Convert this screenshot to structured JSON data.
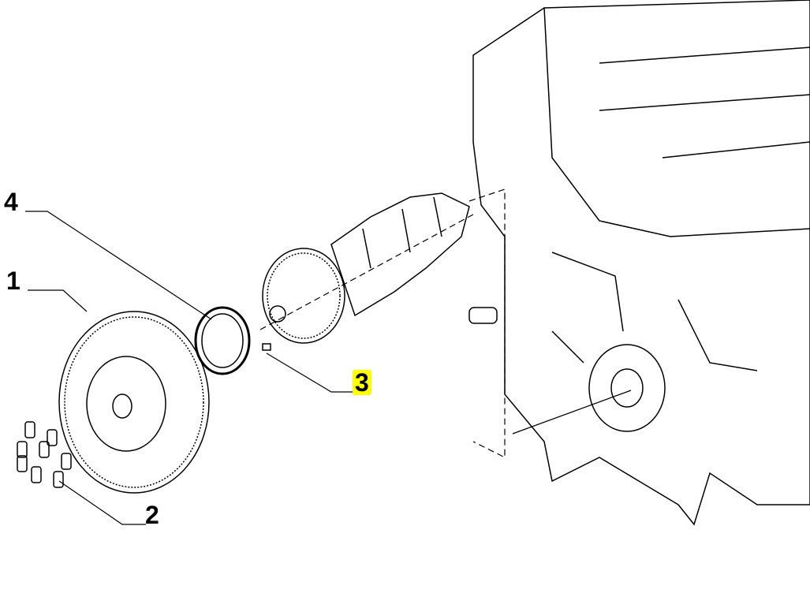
{
  "callouts": [
    {
      "number": "1",
      "part": "flywheel"
    },
    {
      "number": "2",
      "part": "flywheel-bolts"
    },
    {
      "number": "3",
      "part": "dowel-pin",
      "highlighted": true
    },
    {
      "number": "4",
      "part": "crankshaft-oil-seal"
    }
  ],
  "colors": {
    "highlight": "#ffff00",
    "ink": "#000000"
  }
}
